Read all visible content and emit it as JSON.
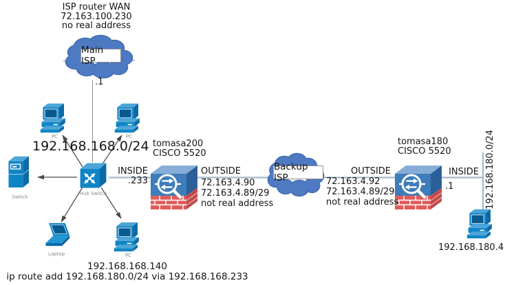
{
  "top_note": {
    "lines": [
      "ISP router WAN",
      "72.163.100.230",
      "no real address"
    ]
  },
  "main_isp": {
    "label": "Main ISP",
    "wan_interface": ".1"
  },
  "lan": {
    "network": "192.168.168.0/24",
    "server_label": "Switch",
    "hub_label": "Hub Switch",
    "pc_top_left_label": "PC",
    "pc_top_right_label": "PC",
    "laptop_label": "Laptop",
    "pc_bottom_label": "PC",
    "pc_bottom_ip": "192.168.168.140",
    "route_command": "ip route add 192.168.180.0/24 via 192.168.168.233"
  },
  "firewall_left": {
    "hostname": "tomasa200",
    "model": "CISCO 5520",
    "inside_label": "INSIDE",
    "inside_address": ".233",
    "outside_label": "OUTSIDE",
    "outside_notes": [
      "72.163.4.90",
      "72.163.4.89/29",
      "not real address"
    ]
  },
  "backup_isp": {
    "label": "Backup ISP"
  },
  "firewall_right": {
    "hostname": "tomasa180",
    "model": "CISCO 5520",
    "outside_label": "OUTSIDE",
    "outside_notes": [
      "72.163.4.92",
      "72.163.4.89/29",
      "not real address"
    ],
    "inside_label": "INSIDE",
    "inside_address": ".1"
  },
  "right_lan": {
    "network": "192.168.180.0/24",
    "pc_ip": "192.168.180.4"
  },
  "colors": {
    "icon_blue": "#0f85c6",
    "icon_blue_dark": "#0c6ba6",
    "icon_blue_light": "#4da5d8",
    "firewall_blue": "#3e7cba",
    "brick_red": "#e15b5b",
    "cloud_fill": "#4d7ac2",
    "cloud_stroke": "#3a66ab",
    "link_line": "#a4b9cb",
    "arrow_line": "#4a4a4a"
  }
}
